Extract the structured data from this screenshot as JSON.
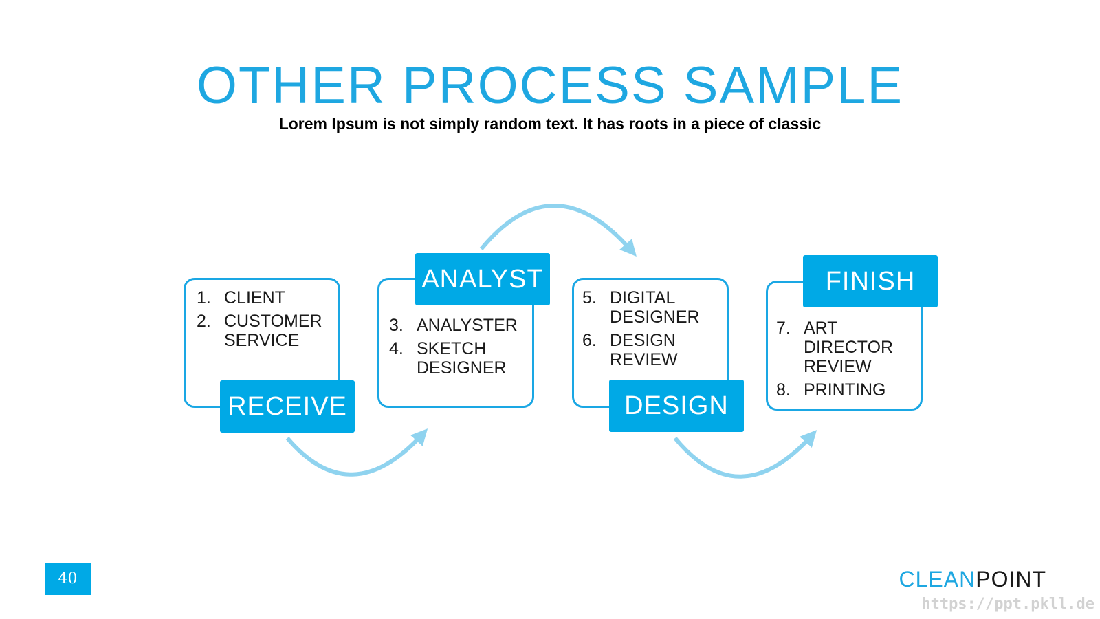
{
  "slide": {
    "title": "OTHER PROCESS SAMPLE",
    "subtitle": "Lorem Ipsum is not simply random text. It has roots in a piece of classic"
  },
  "colors": {
    "accent": "#00a9e6",
    "card_border": "#1aa7e4",
    "arc": "#8fd3ef",
    "text": "#1a1a1a"
  },
  "stages": [
    {
      "label": "RECEIVE",
      "items": [
        {
          "num": "1.",
          "lines": [
            "CLIENT"
          ]
        },
        {
          "num": "2.",
          "lines": [
            "CUSTOMER",
            "SERVICE"
          ]
        }
      ]
    },
    {
      "label": "ANALYST",
      "items": [
        {
          "num": "3.",
          "lines": [
            "ANALYSTER"
          ]
        },
        {
          "num": "4.",
          "lines": [
            "SKETCH",
            "DESIGNER"
          ]
        }
      ]
    },
    {
      "label": "DESIGN",
      "items": [
        {
          "num": "5.",
          "lines": [
            "DIGITAL",
            "DESIGNER"
          ]
        },
        {
          "num": "6.",
          "lines": [
            "DESIGN",
            "REVIEW"
          ]
        }
      ]
    },
    {
      "label": "FINISH",
      "items": [
        {
          "num": "7.",
          "lines": [
            "ART",
            "DIRECTOR",
            "REVIEW"
          ]
        },
        {
          "num": "8.",
          "lines": [
            "PRINTING"
          ]
        }
      ]
    }
  ],
  "footer": {
    "page_number": "40",
    "brand_part1": "CLEAN",
    "brand_part2": "POINT",
    "watermark": "https://ppt.pkll.de"
  }
}
